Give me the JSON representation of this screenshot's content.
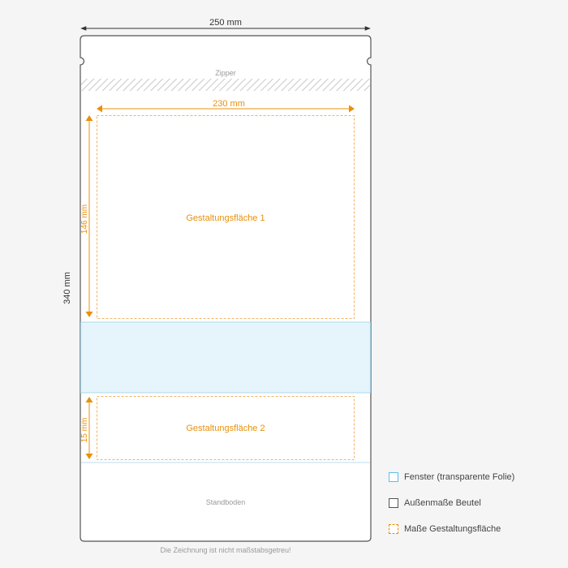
{
  "dimensions": {
    "total_width": "250 mm",
    "total_height": "340 mm",
    "design_width": "230 mm",
    "design_area_1_height": "146 mm",
    "design_area_2_height": "15 mm"
  },
  "regions": {
    "zipper": "Zipper",
    "design_area_1": "Gestaltungsfläche 1",
    "design_area_2": "Gestaltungsfläche 2",
    "bottom_gusset": "Standboden"
  },
  "legend": [
    {
      "label": "Fenster (transparente Folie)"
    },
    {
      "label": "Außenmaße Beutel"
    },
    {
      "label": "Maße Gestaltungsfläche"
    }
  ],
  "footnote": "Die Zeichnung ist nicht maßstabsgetreu!",
  "colors": {
    "window_fill": "#e6f4fb",
    "window_border": "#5bc0e6",
    "design_border": "#e8900c",
    "bag_outline": "#555555"
  }
}
